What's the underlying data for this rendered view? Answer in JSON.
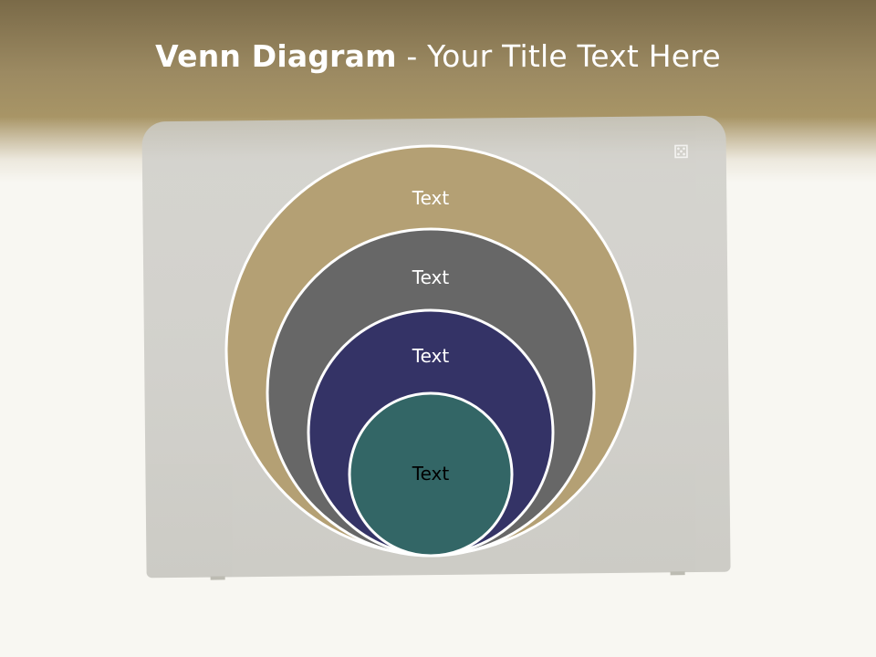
{
  "title": {
    "bold_part": "Venn Diagram",
    "rest": " - Your Title Text Here"
  },
  "diagram": {
    "type": "nested-circles",
    "circles": [
      {
        "label": "Text",
        "fill": "#b4a074",
        "text_color": "#ffffff"
      },
      {
        "label": "Text",
        "fill": "#676767",
        "text_color": "#ffffff"
      },
      {
        "label": "Text",
        "fill": "#343366",
        "text_color": "#ffffff"
      },
      {
        "label": "Text",
        "fill": "#336666",
        "text_color": "#000000"
      }
    ],
    "stroke_color": "#ffffff"
  },
  "colors": {
    "header": "#9c8a62",
    "background": "#f8f7f2",
    "backdrop": "#cfcec9"
  }
}
